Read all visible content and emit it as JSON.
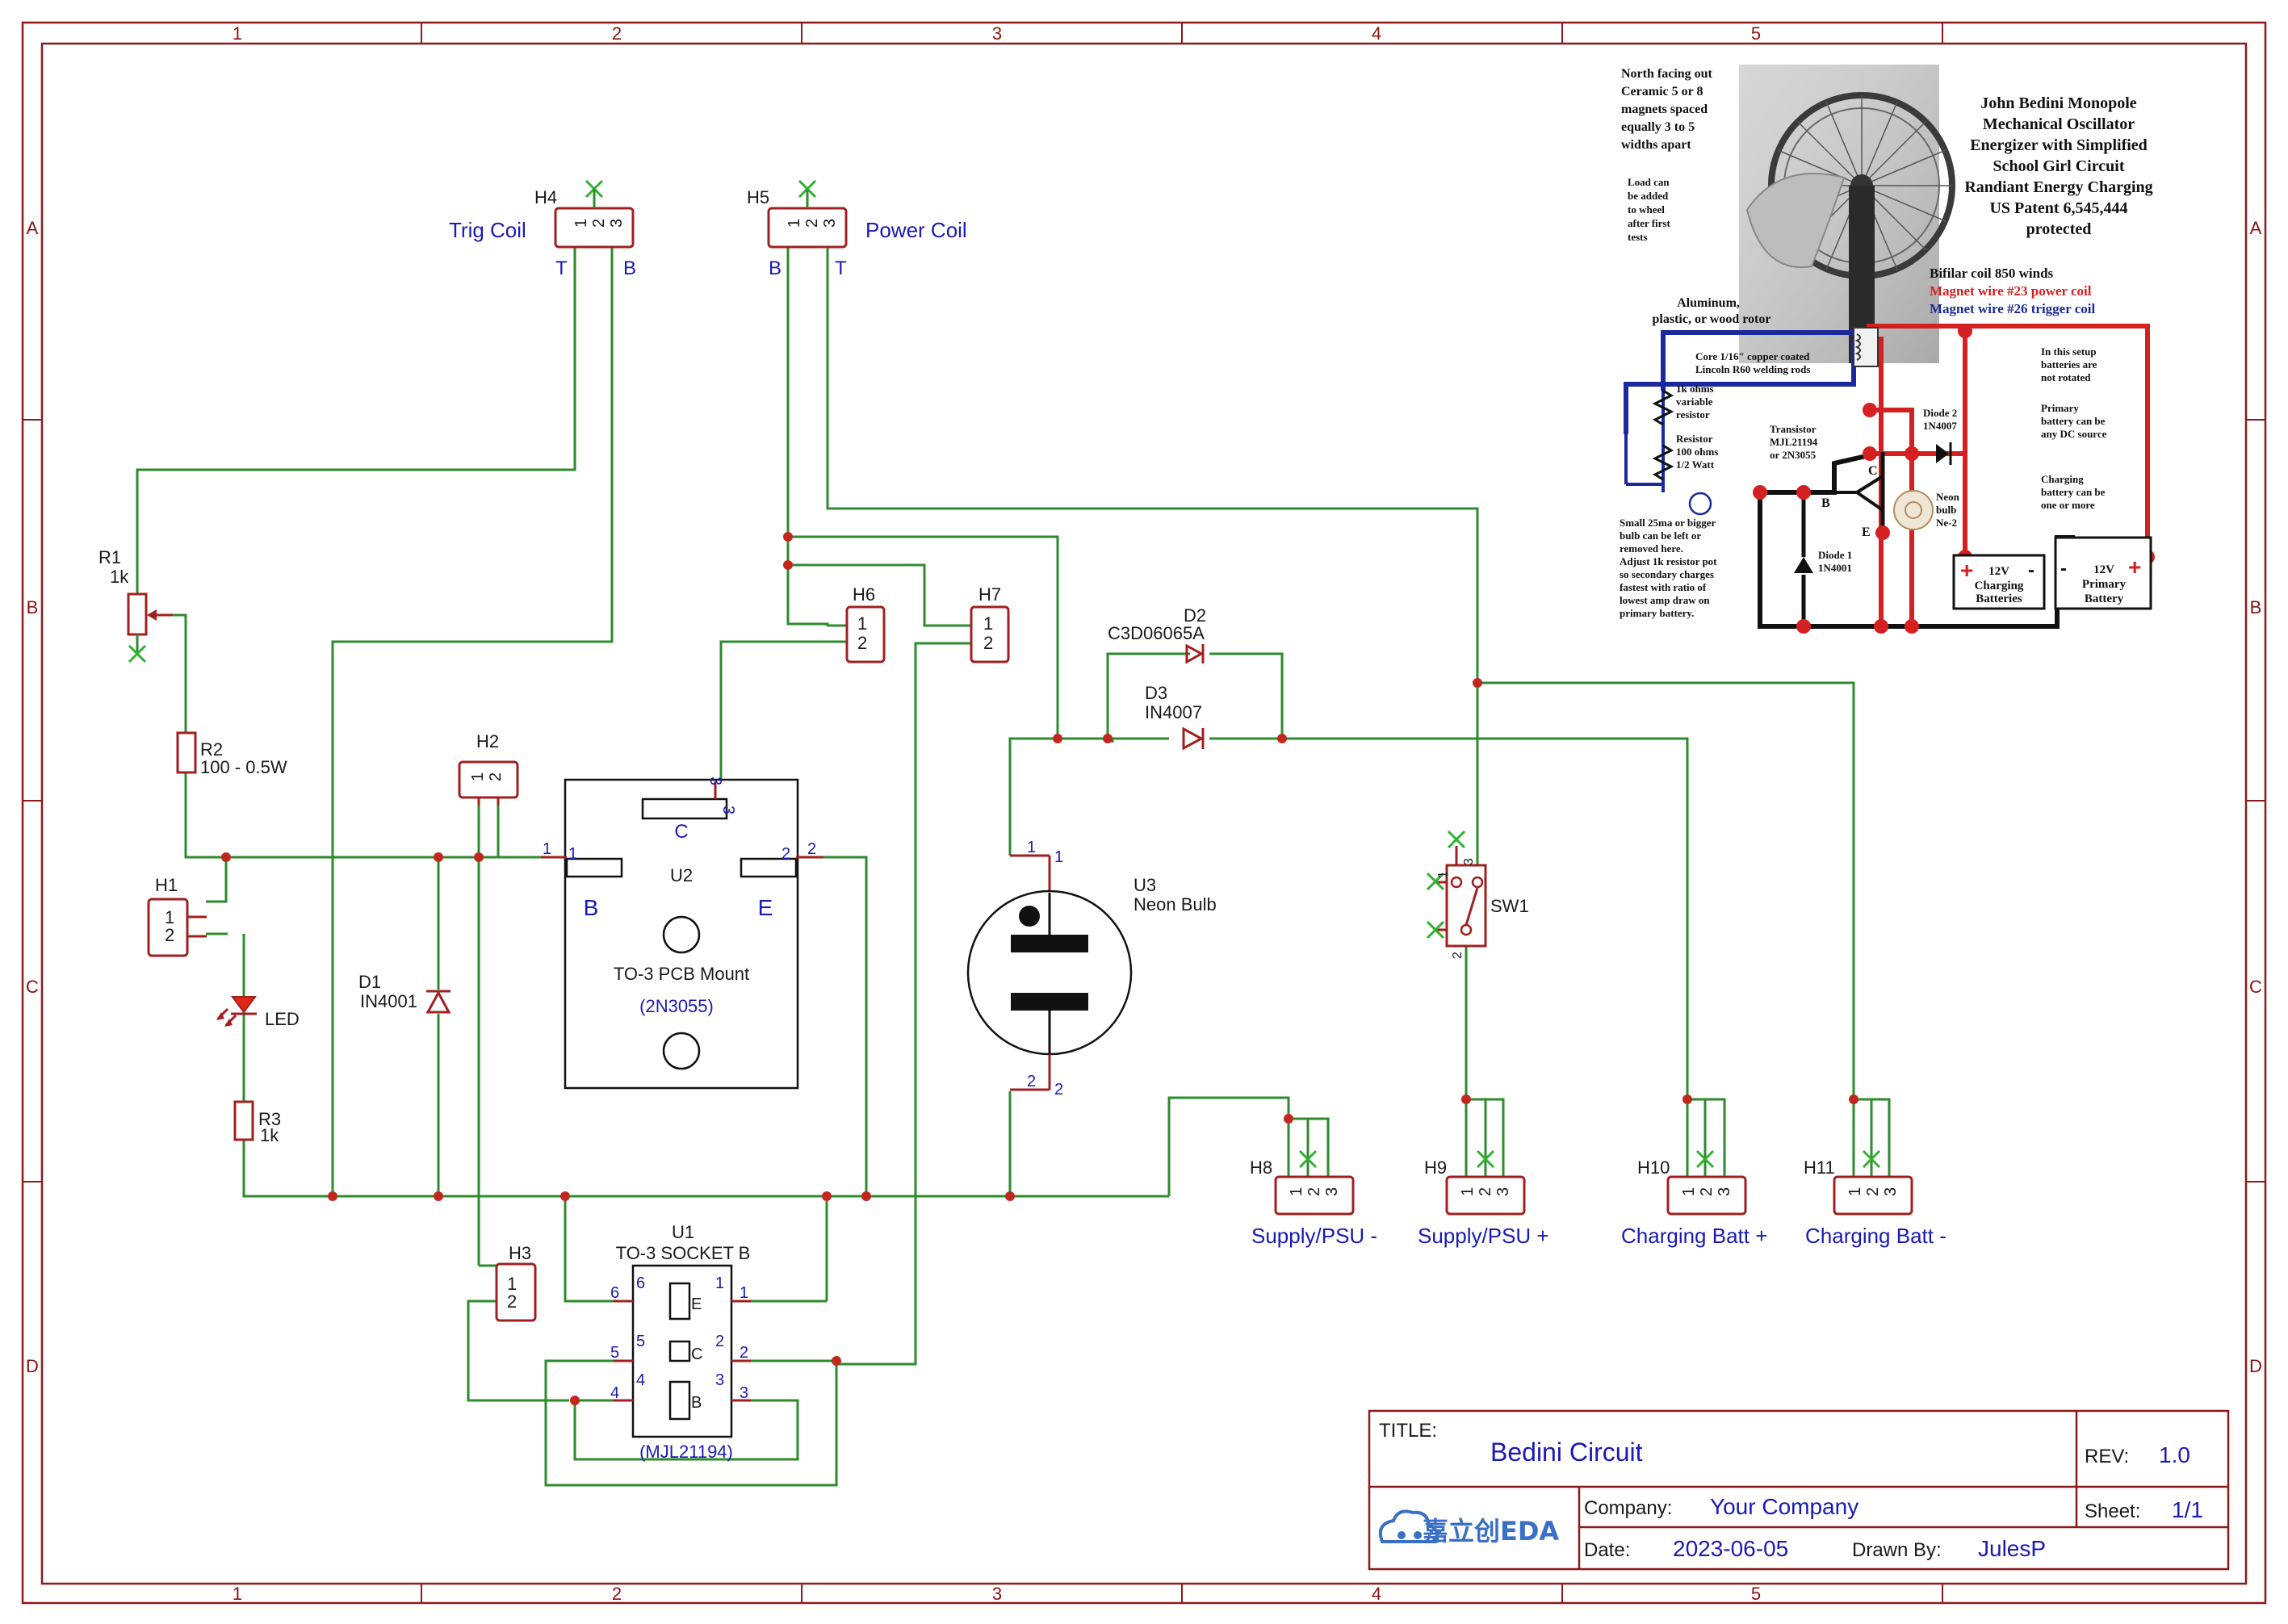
{
  "frame": {
    "columns": [
      "1",
      "2",
      "3",
      "4",
      "5"
    ],
    "rows": [
      "A",
      "B",
      "C",
      "D"
    ]
  },
  "title_block": {
    "title_label": "TITLE:",
    "title": "Bedini Circuit",
    "rev_label": "REV:",
    "rev": "1.0",
    "company_label": "Company:",
    "company": "Your Company",
    "sheet_label": "Sheet:",
    "sheet": "1/1",
    "date_label": "Date:",
    "date": "2023-06-05",
    "drawn_by_label": "Drawn By:",
    "drawn_by": "JulesP",
    "logo_text": "嘉立创EDA"
  },
  "components": {
    "H4": {
      "ref": "H4",
      "label": "Trig Coil",
      "pins": [
        "1",
        "2",
        "3"
      ],
      "t": "T",
      "b": "B"
    },
    "H5": {
      "ref": "H5",
      "label": "Power Coil",
      "pins": [
        "1",
        "2",
        "3"
      ],
      "t": "T",
      "b": "B"
    },
    "H6": {
      "ref": "H6",
      "pins": [
        "1",
        "2"
      ]
    },
    "H7": {
      "ref": "H7",
      "pins": [
        "1",
        "2"
      ]
    },
    "H1": {
      "ref": "H1",
      "pins": [
        "1",
        "2"
      ]
    },
    "H2": {
      "ref": "H2",
      "pins": [
        "1",
        "2"
      ]
    },
    "H3": {
      "ref": "H3",
      "pins": [
        "1",
        "2"
      ]
    },
    "R1": {
      "ref": "R1",
      "value": "1k"
    },
    "R2": {
      "ref": "R2",
      "value": "100 - 0.5W"
    },
    "R3": {
      "ref": "R3",
      "value": "1k"
    },
    "LED": {
      "value": "LED"
    },
    "D1": {
      "ref": "D1",
      "value": "IN4001"
    },
    "D2": {
      "ref": "D2",
      "value": "C3D06065A"
    },
    "D3": {
      "ref": "D3",
      "value": "IN4007"
    },
    "U2": {
      "ref": "U2",
      "name": "TO-3 PCB Mount",
      "part": "(2N3055)",
      "c": "C",
      "b": "B",
      "e": "E",
      "pin1": "1",
      "pin2": "2",
      "pin3": "3"
    },
    "U3": {
      "ref": "U3",
      "name": "Neon Bulb",
      "pin1": "1",
      "pin2": "2"
    },
    "SW1": {
      "ref": "SW1",
      "pin1": "1",
      "pin2": "2",
      "pin3": "3"
    },
    "U1": {
      "ref": "U1",
      "name": "TO-3 SOCKET B",
      "part": "(MJL21194)",
      "e": "E",
      "c": "C",
      "b": "B",
      "pins": [
        "1",
        "2",
        "3",
        "4",
        "5",
        "6"
      ]
    },
    "H8": {
      "ref": "H8",
      "label": "Supply/PSU -"
    },
    "H9": {
      "ref": "H9",
      "label": "Supply/PSU +"
    },
    "H10": {
      "ref": "H10",
      "label": "Charging Batt +"
    },
    "H11": {
      "ref": "H11",
      "label": "Charging Batt -"
    }
  },
  "inset": {
    "title_lines": [
      "John Bedini Monopole",
      "Mechanical Oscillator",
      "Energizer with Simplified",
      "School Girl Circuit",
      "Randiant Energy Charging",
      "US Patent 6,545,444",
      "protected"
    ],
    "magnets_note": [
      "North facing out",
      "Ceramic 5 or 8",
      "magnets spaced",
      "equally 3 to 5",
      "widths apart"
    ],
    "load_note": [
      "Load can",
      "be added",
      "to wheel",
      "after first",
      "tests"
    ],
    "rotor_note": [
      "Aluminum,",
      "plastic, or wood rotor"
    ],
    "coil_note": "Bifilar coil 850 winds",
    "power_wire_note": "Magnet wire #23 power coil",
    "trigger_wire_note": "Magnet wire #26 trigger coil",
    "core_note": [
      "Core 1/16\" copper coated",
      "Lincoln R60 welding rods"
    ],
    "var_res_note": [
      "1k ohms",
      "variable",
      "resistor"
    ],
    "res_note": [
      "Resistor",
      "100 ohms",
      "1/2 Watt"
    ],
    "transistor_note": [
      "Transistor",
      "MJL21194",
      "or 2N3055"
    ],
    "diode2_note": [
      "Diode 2",
      "1N4007"
    ],
    "neon_note": [
      "Neon",
      "bulb",
      "Ne-2"
    ],
    "diode1_note": [
      "Diode 1",
      "1N4001"
    ],
    "bulb_note": [
      "Small 25ma or bigger",
      "bulb can be left or",
      "removed here.",
      "Adjust 1k resistor pot",
      "so secondary charges",
      "fastest with ratio of",
      "lowest amp draw on",
      "primary battery."
    ],
    "rotation_note": [
      "In this setup",
      "batteries are",
      "not rotated"
    ],
    "primary_note": [
      "Primary",
      "battery can be",
      "any DC source"
    ],
    "charging_note": [
      "Charging",
      "battery can be",
      "one or more"
    ],
    "charging_batt": [
      "12V",
      "Charging",
      "Batteries"
    ],
    "primary_batt": [
      "12V",
      "Primary",
      "Battery"
    ],
    "pin_b": "B",
    "pin_c": "C",
    "pin_e": "E",
    "colors": {
      "power": "#d42020",
      "trigger": "#1a2a9c",
      "ground": "#111111"
    }
  },
  "colors": {
    "wire": "#2e8b2e",
    "component": "#a02020",
    "text": "#1a1ab4",
    "frame": "#8b1a1a"
  }
}
